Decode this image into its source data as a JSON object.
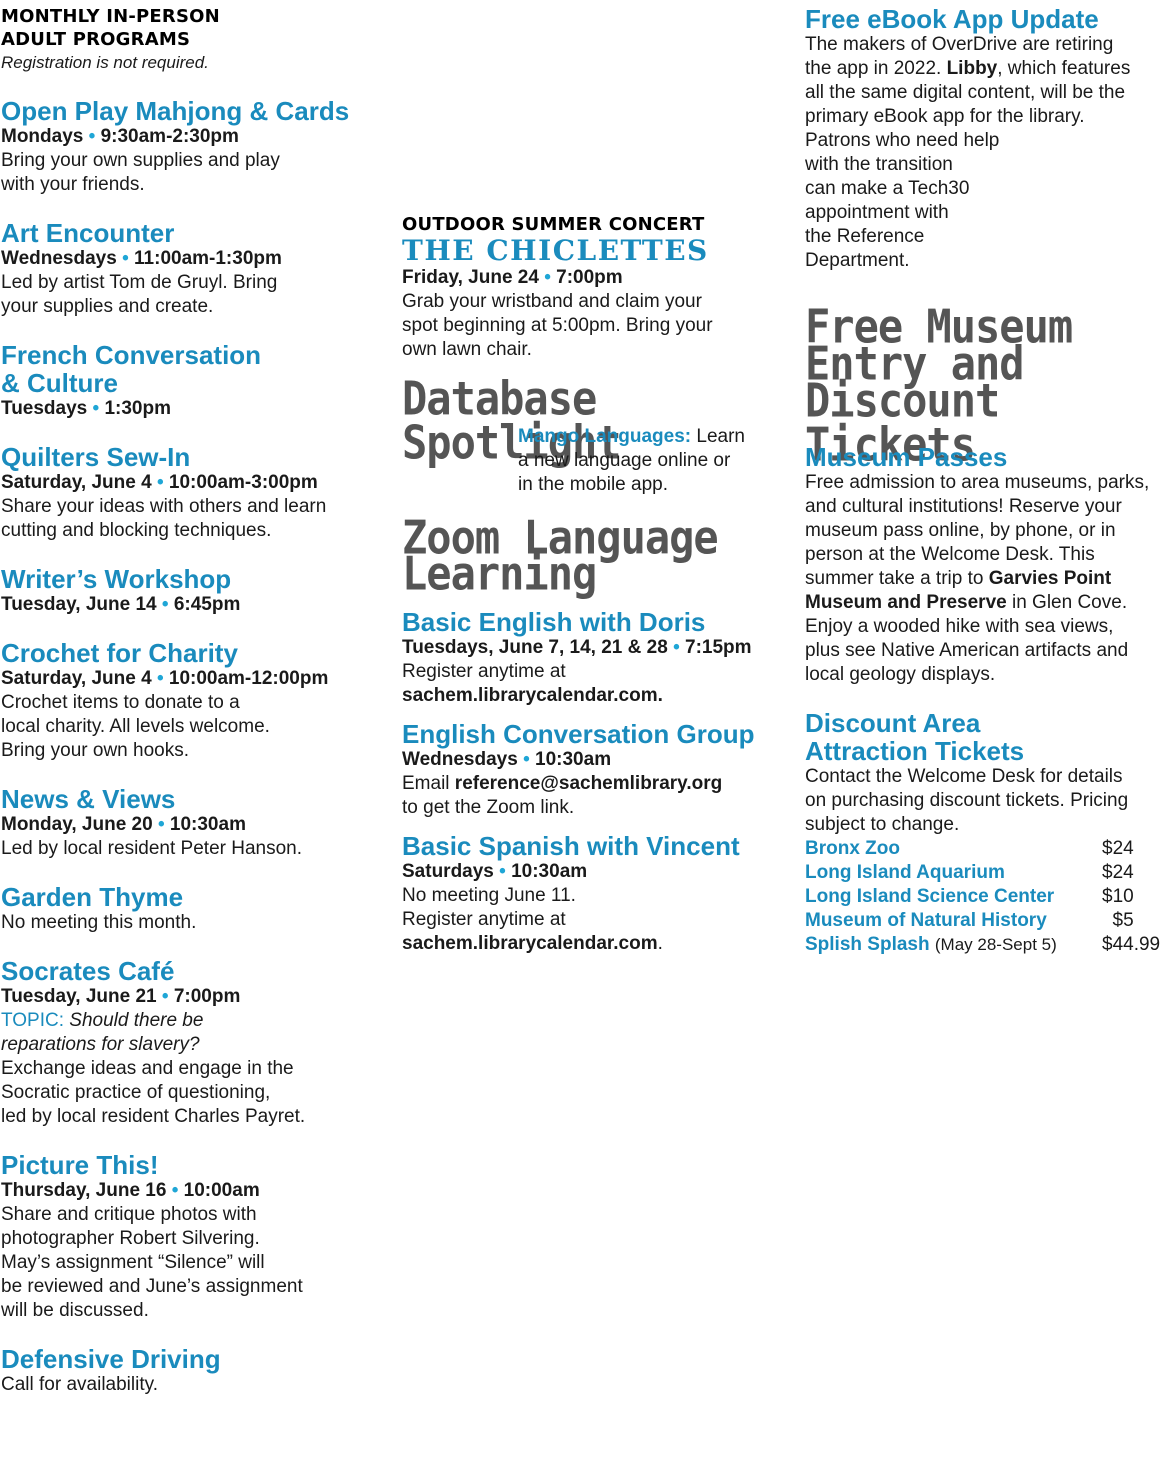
{
  "col1": {
    "header_line1": "MONTHLY IN-PERSON",
    "header_line2": "ADULT PROGRAMS",
    "header_note": "Registration is not required.",
    "programs": [
      {
        "title": "Open Play Mahjong & Cards",
        "day": "Mondays",
        "time": "9:30am-2:30pm",
        "desc1": "Bring your own supplies and play",
        "desc2": "with your friends."
      },
      {
        "title": "Art Encounter",
        "day": "Wednesdays",
        "time": "11:00am-1:30pm",
        "desc1": "Led by artist Tom de Gruyl. Bring",
        "desc2": "your supplies and create."
      },
      {
        "title1": "French Conversation",
        "title2": "& Culture",
        "day": "Tuesdays",
        "time": "1:30pm"
      },
      {
        "title": "Quilters Sew-In",
        "day": "Saturday, June 4",
        "time": "10:00am-3:00pm",
        "desc1": "Share your ideas with others and learn",
        "desc2": "cutting and blocking techniques."
      },
      {
        "title": "Writer’s Workshop",
        "day": "Tuesday, June 14",
        "time": "6:45pm"
      },
      {
        "title": "Crochet for Charity",
        "day": "Saturday, June 4",
        "time": "10:00am-12:00pm",
        "desc1": "Crochet items to donate to a",
        "desc2": "local charity. All levels welcome.",
        "desc3": "Bring your own hooks."
      },
      {
        "title": "News & Views",
        "day": "Monday, June 20",
        "time": "10:30am",
        "desc1": "Led by local resident Peter Hanson."
      },
      {
        "title": "Garden Thyme",
        "desc1": "No meeting this month."
      },
      {
        "title": "Socrates Café",
        "day": "Tuesday, June 21",
        "time": "7:00pm",
        "topic_label": "TOPIC:",
        "topic1": "Should there be",
        "topic2": "reparations for slavery?",
        "desc1": "Exchange ideas and engage in the",
        "desc2": "Socratic practice of questioning,",
        "desc3": "led by local resident Charles Payret."
      },
      {
        "title": "Picture This!",
        "day": "Thursday, June 16",
        "time": "10:00am",
        "desc1": "Share and critique photos with",
        "desc2": "photographer Robert Silvering.",
        "desc3": "May’s assignment “Silence” will",
        "desc4": "be reviewed and June’s assignment",
        "desc5": "will be discussed."
      },
      {
        "title": "Defensive Driving",
        "desc1": "Call for availability."
      }
    ]
  },
  "col2": {
    "concert_head": "OUTDOOR SUMMER CONCERT",
    "concert_title": "THE CHICLETTES",
    "concert_day": "Friday, June 24",
    "concert_time": "7:00pm",
    "concert_desc1": "Grab your wristband and claim your",
    "concert_desc2": "spot beginning at 5:00pm. Bring your",
    "concert_desc3": "own lawn chair.",
    "db_title": "Database Spotlight",
    "db_name": "Mango Languages:",
    "db_desc1": "Learn",
    "db_desc2": "a new language online or",
    "db_desc3": "in the mobile app.",
    "zoom_title1": "Zoom Language",
    "zoom_title2": "Learning",
    "english_title": "Basic English with Doris",
    "english_day": "Tuesdays, June 7, 14, 21 & 28",
    "english_time": "7:15pm",
    "english_desc1": "Register anytime at",
    "english_link": "sachem.librarycalendar.com.",
    "conv_title": "English Conversation Group",
    "conv_day": "Wednesdays",
    "conv_time": "10:30am",
    "conv_email_pre": "Email",
    "conv_email": "reference@sachemlibrary.org",
    "conv_desc2": "to get the Zoom link.",
    "spanish_title": "Basic Spanish with Vincent",
    "spanish_day": "Saturdays",
    "spanish_time": "10:30am",
    "spanish_desc1": "No meeting June 11.",
    "spanish_desc2": "Register anytime at",
    "spanish_link": "sachem.librarycalendar.com",
    "spanish_period": "."
  },
  "col3": {
    "ebook_title": "Free eBook App Update",
    "ebook_l1": "The makers of OverDrive are retiring",
    "ebook_l2a": "the app in 2022.",
    "ebook_l2b": "Libby",
    "ebook_l2c": ", which features",
    "ebook_l3": "all the same digital content, will be the",
    "ebook_l4": "primary eBook app for the library.",
    "ebook_l5": "Patrons who need help",
    "ebook_l6": "with the transition",
    "ebook_l7": "can make a Tech30",
    "ebook_l8": "appointment with",
    "ebook_l9": "the Reference",
    "ebook_l10": "Department.",
    "museum_big1": "Free Museum",
    "museum_big2": "Entry and",
    "museum_big3": "Discount Tickets",
    "passes_title": "Museum Passes",
    "passes_l1": "Free admission to area museums, parks,",
    "passes_l2": "and cultural institutions! Reserve your",
    "passes_l3": "museum pass online, by phone, or in",
    "passes_l4": "person at the Welcome Desk. This",
    "passes_l5a": "summer take a trip to",
    "passes_l5b": "Garvies Point",
    "passes_l6a": "Museum and Preserve",
    "passes_l6b": "in Glen Cove.",
    "passes_l7": "Enjoy a wooded hike with sea views,",
    "passes_l8": "plus see Native American artifacts and",
    "passes_l9": "local geology displays.",
    "discount_title1": "Discount Area",
    "discount_title2": "Attraction Tickets",
    "discount_l1": "Contact the Welcome Desk for details",
    "discount_l2": "on purchasing discount tickets. Pricing",
    "discount_l3": "subject to change.",
    "tickets": [
      {
        "name": "Bronx Zoo",
        "note": "",
        "price": "$24"
      },
      {
        "name": "Long Island Aquarium",
        "note": "",
        "price": "$24"
      },
      {
        "name": "Long Island Science Center",
        "note": "",
        "price": "$10"
      },
      {
        "name": "Museum of Natural History",
        "note": "",
        "price": "  $5"
      },
      {
        "name": "Splish Splash",
        "note": "(May 28-Sept 5)",
        "price": "$44.99"
      }
    ]
  }
}
